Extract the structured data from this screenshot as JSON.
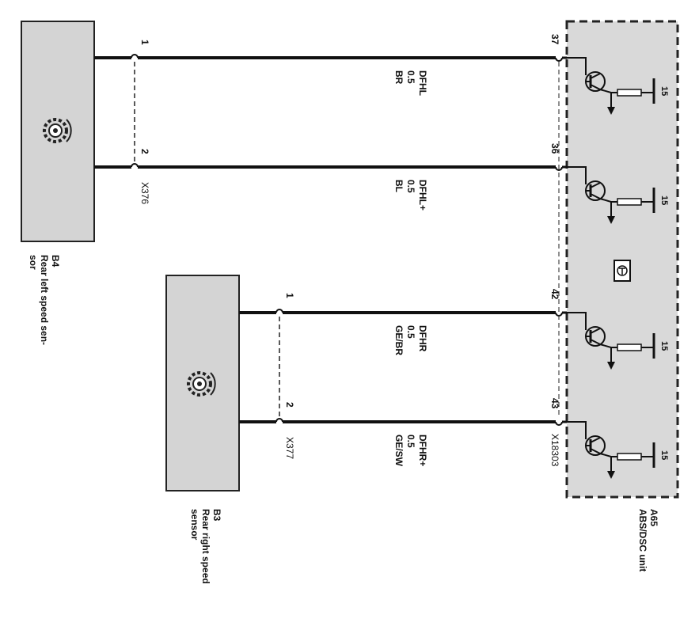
{
  "components": {
    "b4": {
      "ref": "B4",
      "name_line1": "Rear left speed sen-",
      "name_line2": "sor"
    },
    "b3": {
      "ref": "B3",
      "name_line1": "Rear right speed",
      "name_line2": "sensor"
    },
    "a65": {
      "ref": "A65",
      "name": "ABS/DSC unit"
    }
  },
  "connectors": {
    "x376": "X376",
    "x377": "X377",
    "x18303": "X18303"
  },
  "wires": [
    {
      "pin_left": "1",
      "pin_right": "37",
      "signal": "DFHL",
      "size": "0.5",
      "color": "BR"
    },
    {
      "pin_left": "2",
      "pin_right": "36",
      "signal": "DFHL+",
      "size": "0.5",
      "color": "BL"
    },
    {
      "pin_left": "1",
      "pin_right": "42",
      "signal": "DFHR",
      "size": "0.5",
      "color": "GE/BR"
    },
    {
      "pin_left": "2",
      "pin_right": "43",
      "signal": "DFHR+",
      "size": "0.5",
      "color": "GE/SW"
    }
  ],
  "supply_terminal": "15",
  "icons": {
    "sensor": "gear-sensor-icon",
    "unit": "control-unit-symbol-icon",
    "transistor": "transistor-icon",
    "resistor": "resistor-icon"
  }
}
